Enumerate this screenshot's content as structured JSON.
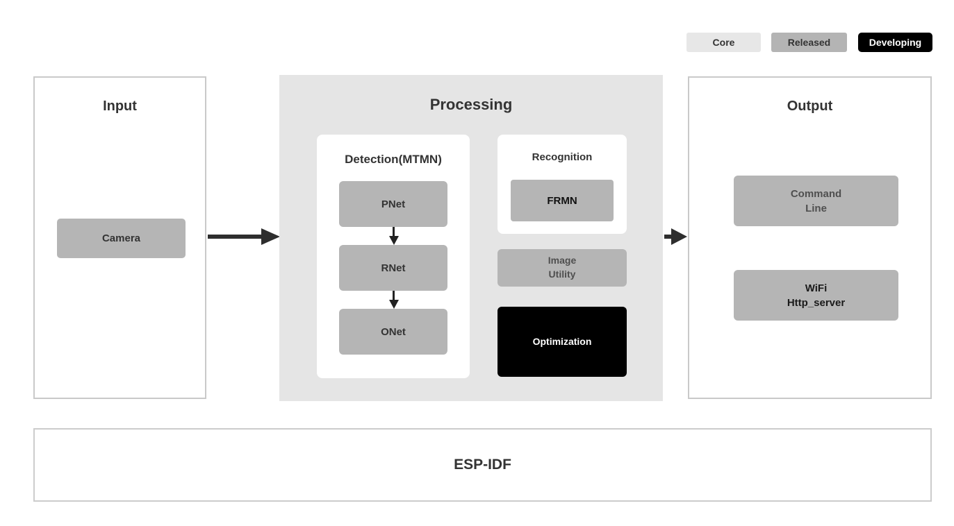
{
  "legend": {
    "core_label": "Core",
    "released_label": "Released",
    "developing_label": "Developing"
  },
  "input": {
    "title": "Input",
    "camera_label": "Camera"
  },
  "processing": {
    "title": "Processing",
    "detection": {
      "title": "Detection(MTMN)",
      "pnet_label": "PNet",
      "rnet_label": "RNet",
      "onet_label": "ONet"
    },
    "recognition": {
      "title": "Recognition",
      "frmn_label": "FRMN"
    },
    "image_utility": {
      "line1": "Image",
      "line2": "Utility"
    },
    "optimization_label": "Optimization"
  },
  "output": {
    "title": "Output",
    "command_line": {
      "line1": "Command",
      "line2": "Line"
    },
    "wifi": {
      "line1": "WiFi",
      "line2": "Http_server"
    }
  },
  "foundation": {
    "title": "ESP-IDF"
  },
  "colors": {
    "core_badge": "#e7e7e7",
    "released_badge": "#b4b4b4",
    "developing_badge": "#000000",
    "released_node": "#b5b5b5",
    "developing_node": "#000000",
    "processing_panel_bg": "#e5e5e5",
    "outer_border": "#c9c9c9",
    "arrow": "#2e2e2e",
    "text_dark": "#333333"
  }
}
